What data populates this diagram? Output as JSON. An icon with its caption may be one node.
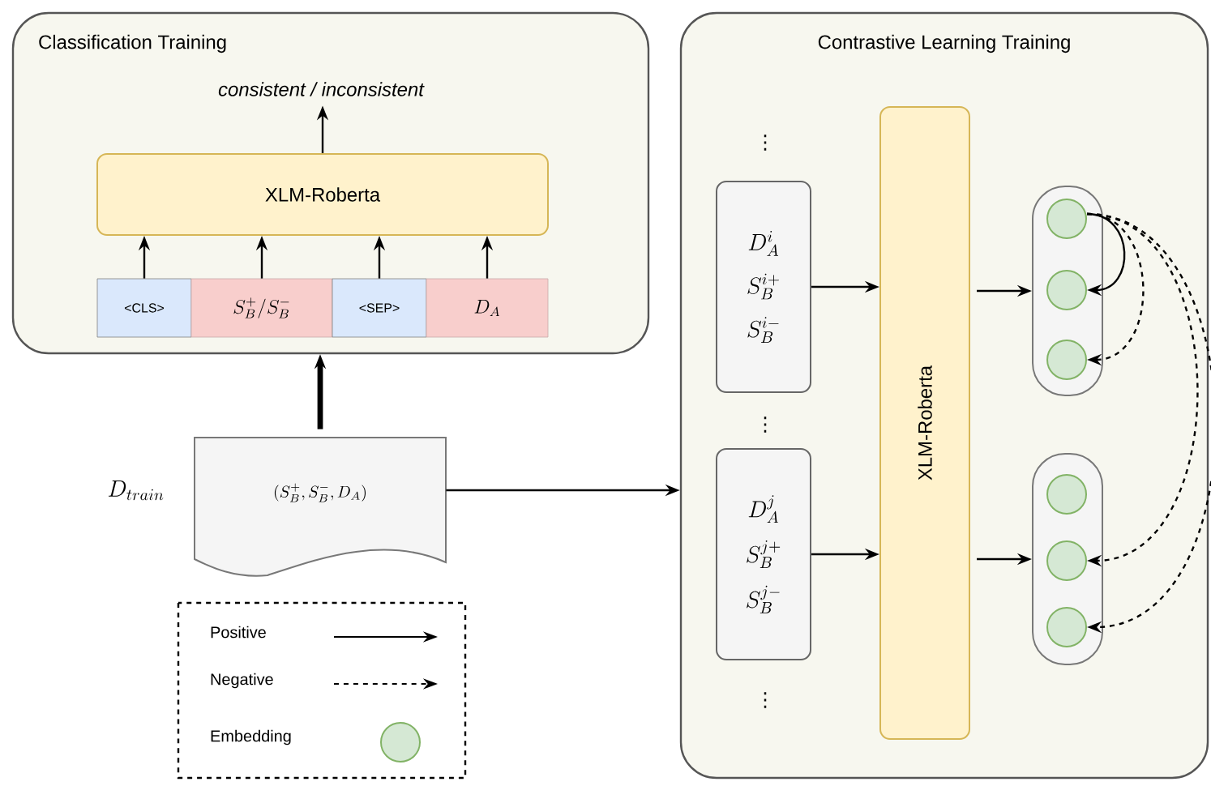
{
  "diagram": {
    "nodes": [
      {
        "text": [
          "Classification Training"
        ]
      },
      {
        "text": [
          "consistent / inconsistent"
        ],
        "in": 0
      },
      {
        "text": [
          "XLM-Roberta"
        ],
        "in": 0
      },
      {
        "text": [
          "<CLS>"
        ],
        "in": 0
      },
      {
        "text": [
          "S_B^+/S_B^-"
        ],
        "in": 0
      },
      {
        "text": [
          "<SEP>"
        ],
        "in": 0
      },
      {
        "text": [
          "D_A"
        ],
        "in": 0
      },
      {
        "text": [
          "Contrastive Learning Training"
        ]
      },
      {
        "text": [
          "(S_B^+, S_B^-, D_A)"
        ],
        "beside": [
          "D_{train}"
        ]
      },
      {
        "text": [
          "D_A^i",
          "S_B^{i+}",
          "S_B^{i-}"
        ],
        "in": 7
      },
      {
        "text": [
          "D_A^j",
          "S_B^{j+}",
          "S_B^{j-}"
        ],
        "in": 7
      },
      {
        "text": [
          "XLM-Roberta"
        ],
        "in": 7
      },
      {
        "text": [],
        "shape": "box",
        "in": 7
      },
      {
        "text": [],
        "shape": "circle",
        "in": 12
      },
      {
        "text": [],
        "shape": "circle",
        "in": 12
      },
      {
        "text": [],
        "shape": "circle",
        "in": 12
      },
      {
        "text": [],
        "shape": "box",
        "in": 7
      },
      {
        "text": [],
        "shape": "circle",
        "in": 16
      },
      {
        "text": [],
        "shape": "circle",
        "in": 16
      },
      {
        "text": [],
        "shape": "circle",
        "in": 16
      }
    ],
    "edges": [
      {
        "from": 3,
        "to": 2,
        "arrow": "to"
      },
      {
        "from": 4,
        "to": 2,
        "arrow": "to"
      },
      {
        "from": 5,
        "to": 2,
        "arrow": "to"
      },
      {
        "from": 6,
        "to": 2,
        "arrow": "to"
      },
      {
        "from": 2,
        "to": 1,
        "arrow": "to"
      },
      {
        "from": 8,
        "to": 0,
        "arrow": "to",
        "style": "thick"
      },
      {
        "from": 8,
        "to": 7,
        "arrow": "to"
      },
      {
        "from": 9,
        "to": 11,
        "arrow": "to"
      },
      {
        "from": 10,
        "to": 11,
        "arrow": "to"
      },
      {
        "from": 11,
        "to": 12,
        "arrow": "to"
      },
      {
        "from": 11,
        "to": 16,
        "arrow": "to"
      },
      {
        "from": 13,
        "to": 14,
        "arrow": "to"
      },
      {
        "from": 13,
        "to": 15,
        "arrow": "to",
        "style": "dashed"
      },
      {
        "from": 13,
        "to": 18,
        "arrow": "to",
        "style": "dashed"
      },
      {
        "from": 13,
        "to": 19,
        "arrow": "to",
        "style": "dashed"
      }
    ],
    "labels": [
      "⋮",
      "⋮",
      "⋮"
    ],
    "legend": [
      {
        "text": "Positive"
      },
      {
        "text": "Negative"
      },
      {
        "text": "Embedding"
      }
    ]
  }
}
